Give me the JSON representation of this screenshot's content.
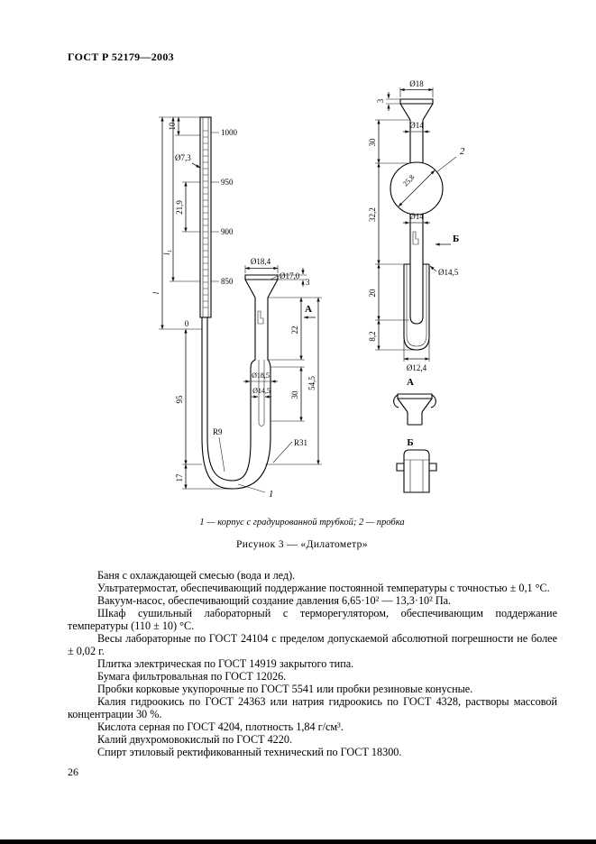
{
  "page": {
    "doc_number": "ГОСТ Р 52179—2003",
    "page_number": "26"
  },
  "figure": {
    "caption_parts": "1 — корпус с градуированной трубкой; 2 — пробка",
    "caption_title": "Рисунок 3 — «Дилатометр»",
    "scale_labels": {
      "v1000": "1000",
      "v950": "950",
      "v900": "900",
      "v850": "850",
      "v0": "0"
    },
    "dims": {
      "d10": "10",
      "dia7_3": "Ø7,3",
      "d21_9": "21,9",
      "l1": "l₁",
      "l": "l",
      "d95": "95",
      "d17": "17",
      "r9": "R9",
      "dia18_4": "Ø18,4",
      "dia17_0": "Ø17,0",
      "d3_mid": "3",
      "d22": "22",
      "dia18_5": "Ø18,5",
      "dia14_5_mid": "Ø14,5",
      "d30_mid": "30",
      "d54_5": "54,5",
      "r31": "R31",
      "dia18": "Ø18",
      "d3_right": "3",
      "dia14_top": "Ø14",
      "d30_right": "30",
      "d25_8": "25,8",
      "d32_2": "32,2",
      "dia14_bot": "Ø14",
      "dia14_5_right": "Ø14,5",
      "d20": "20",
      "d8_2": "8,2",
      "dia12_4": "Ø12,4"
    },
    "part_labels": {
      "p1": "1",
      "p2": "2"
    },
    "view_labels": {
      "a": "А",
      "b": "Б"
    }
  },
  "body": {
    "paragraphs": [
      "Баня с охлаждающей смесью (вода и лед).",
      "Ультратермостат, обеспечивающий поддержание постоянной температуры с точностью ± 0,1 °С.",
      "Вакуум-насос, обеспечивающий создание давления 6,65·10² — 13,3·10² Па.",
      "Шкаф сушильный лабораторный с терморегулятором, обеспечивающим поддержание температуры (110 ± 10) °С.",
      "Весы лабораторные по ГОСТ 24104 с пределом допускаемой абсолютной погрешности не более ± 0,02 г.",
      "Плитка электрическая по ГОСТ 14919 закрытого типа.",
      "Бумага фильтровальная по ГОСТ 12026.",
      "Пробки корковые укупорочные по ГОСТ 5541 или пробки резиновые конусные.",
      "Калия гидроокись по ГОСТ 24363 или натрия гидроокись по ГОСТ 4328, растворы массовой концентрации 30 %.",
      "Кислота серная по ГОСТ 4204, плотность 1,84 г/см³.",
      "Калий двухромовокислый по ГОСТ 4220.",
      "Спирт этиловый ректификованный технический по ГОСТ 18300."
    ]
  }
}
